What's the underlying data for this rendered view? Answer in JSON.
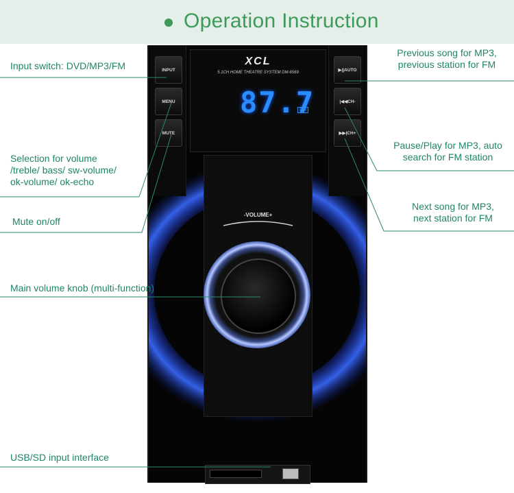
{
  "header": {
    "title": "Operation Instruction"
  },
  "device": {
    "brand": "XCL",
    "model": "5.1CH HOME THEATRE SYSTEM DM-6569",
    "display_value": "87.7",
    "display_band": "FM",
    "volume_label": "-VOLUME+",
    "left_buttons": [
      "INPUT",
      "MENU",
      "MUTE"
    ],
    "right_buttons": [
      "▶||AUTO",
      "|◀◀CH-",
      "▶▶|CH+"
    ]
  },
  "labels": {
    "input_switch": "Input switch: DVD/MP3/FM",
    "selection_line1": "Selection for volume",
    "selection_line2": "/treble/ bass/ sw-volume/",
    "selection_line3": "ok-volume/ ok-echo",
    "mute": "Mute on/off",
    "main_knob": "Main volume knob (multi-function)",
    "usb": "USB/SD input interface",
    "prev_line1": "Previous song for MP3,",
    "prev_line2": "previous station for FM",
    "pause_line1": "Pause/Play for MP3, auto",
    "pause_line2": "search for FM station",
    "next_line1": "Next song for MP3,",
    "next_line2": "next station for FM"
  },
  "colors": {
    "accent": "#3f9a5a",
    "label_text": "#1f8468",
    "led_blue": "#2a8cff"
  }
}
